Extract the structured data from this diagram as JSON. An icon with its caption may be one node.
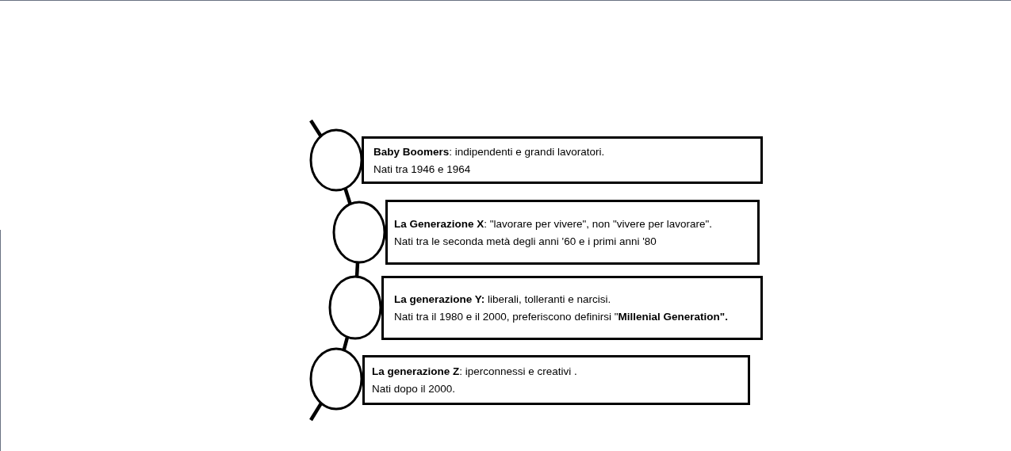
{
  "diagram": {
    "nodes": [
      {
        "text": [
          "**Baby Boomers**: indipendenti e grandi lavoratori.",
          "Nati tra 1946 e 1964"
        ]
      },
      {
        "text": [
          "**La Generazione X**:  \"lavorare per vivere\", non \"vivere per lavorare\".",
          "Nati tra le seconda metà degli anni '60 e i primi anni '80"
        ]
      },
      {
        "text": [
          "**La generazione Y:** liberali, tolleranti e narcisi.",
          "Nati tra il 1980 e il 2000, preferiscono definirsi \"**Millenial Generation\".**"
        ]
      },
      {
        "text": [
          "**La generazione Z**: iperconnessi e creativi .",
          "Nati dopo il 2000."
        ]
      },
      {
        "text": [],
        "shape": "circle"
      },
      {
        "text": [],
        "shape": "circle"
      },
      {
        "text": [],
        "shape": "circle"
      },
      {
        "text": [],
        "shape": "circle"
      }
    ],
    "edges": [
      {
        "from": null,
        "to": 4,
        "arrow": "none"
      },
      {
        "from": 4,
        "to": 5,
        "arrow": "none"
      },
      {
        "from": 5,
        "to": 6,
        "arrow": "none"
      },
      {
        "from": 6,
        "to": 7,
        "arrow": "none"
      },
      {
        "from": 7,
        "to": null,
        "arrow": "none"
      }
    ]
  }
}
